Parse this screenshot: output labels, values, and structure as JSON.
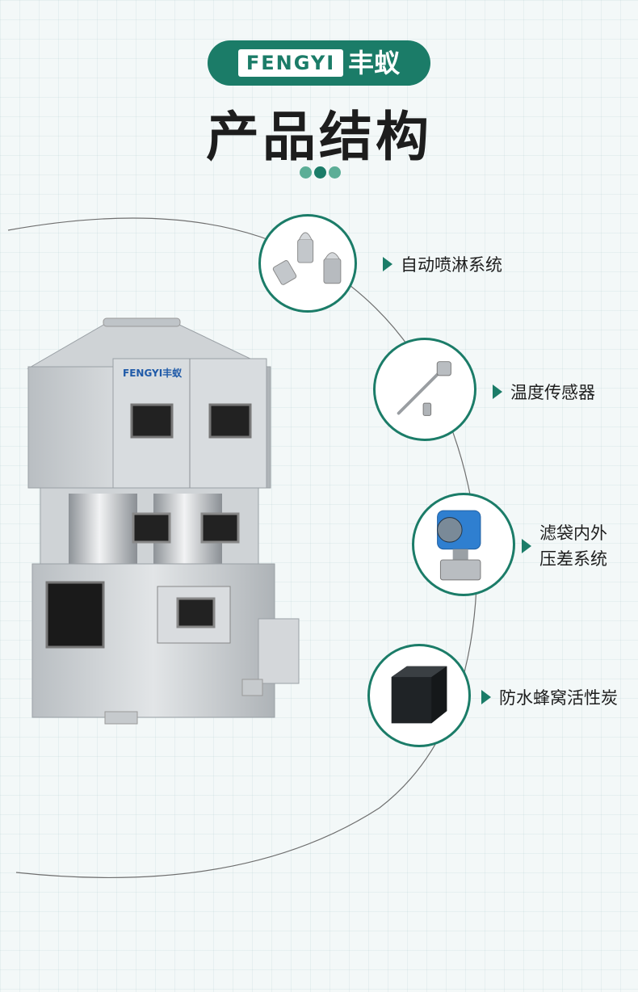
{
  "brand": {
    "latin": "FENGYI",
    "cn": "丰蚁"
  },
  "title": "产品结构",
  "machine_logo": "FENGYI丰蚁",
  "colors": {
    "accent": "#1b7c68",
    "accent_light": "#5cae97",
    "steel": "#c9cdd0"
  },
  "features": [
    {
      "label": "自动喷淋系统",
      "icon": "spray-nozzle-icon"
    },
    {
      "label": "温度传感器",
      "icon": "temperature-probe-icon"
    },
    {
      "label_line1": "滤袋内外",
      "label_line2": "压差系统",
      "icon": "pressure-transmitter-icon"
    },
    {
      "label": "防水蜂窝活性炭",
      "icon": "activated-carbon-block-icon"
    }
  ]
}
